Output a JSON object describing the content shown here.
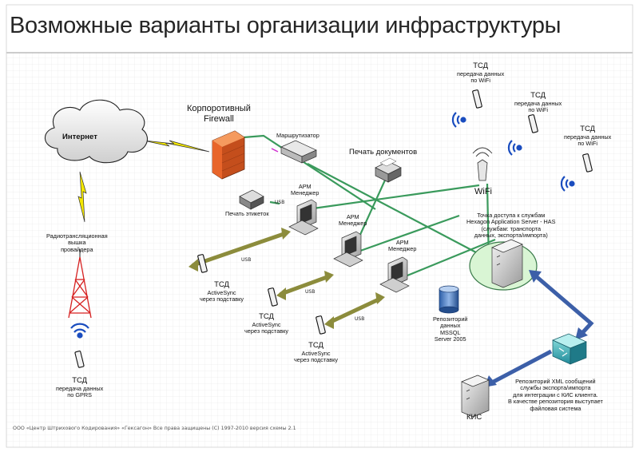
{
  "title": "Возможные варианты организации инфраструктуры",
  "footer": "ООО «Центр Штрихового Кодирования» «Гексагон» Все права защищены (С) 1997-2010 версия схемы 2.1",
  "labels": {
    "internet": "Интернет",
    "firewall": [
      "Корпоротивный",
      "Firewall"
    ],
    "router": "Маршрутизатор",
    "doc_print": "Печать документов",
    "label_print": "Печать этикеток",
    "usb": "USB",
    "arm": [
      "АРМ",
      "Менеджер"
    ],
    "wifi": "WiFi",
    "tower": [
      "Радиотрансляционная",
      "вышка",
      "провайдера"
    ],
    "tsd": "ТСД",
    "wifi_caption": [
      "передача данных",
      "по WiFi"
    ],
    "gprs_caption": [
      "передача данных",
      "по GPRS"
    ],
    "activesync": [
      "ActiveSync",
      "через подставку"
    ],
    "has": [
      "Точка доступа к службам",
      "Hexagon Application Server - HAS",
      "(службам: транспорта",
      "данных, экспорта/импорта)"
    ],
    "repo": [
      "Репозиторий",
      "данных",
      "MSSQL",
      "Server 2005"
    ],
    "kis": "КИС",
    "xml_repo": [
      "Репозиторий XML сообщений",
      "службы экспорта/импорта",
      "для интеграции с КИС клиента.",
      "В качестве репозитория выступает",
      "файловая система"
    ]
  },
  "colors": {
    "network_line": "#3a9a5c",
    "usb_arrow": "#8c8c3c",
    "blue_arrow": "#3c5fa8",
    "firewall": "#e8652a",
    "tower": "#d62020",
    "wifi_signal": "#1a4dbf",
    "grid": "#e2e2e2"
  }
}
